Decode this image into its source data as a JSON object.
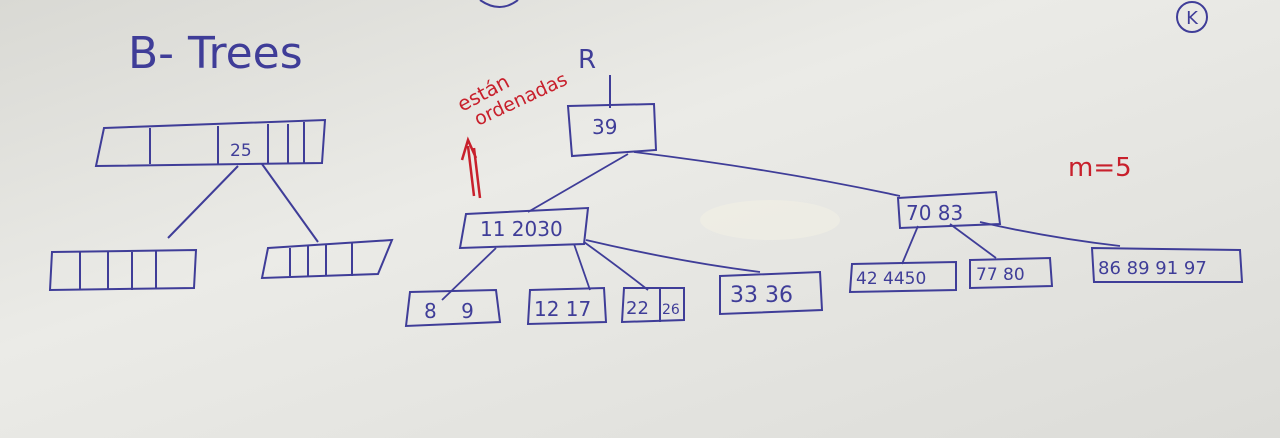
{
  "title": "B- Trees",
  "corner_mark": "K",
  "order_label": "m=5",
  "root_label": "R",
  "note": {
    "line1": "están",
    "line2": "ordenadas"
  },
  "example_tree": {
    "root_key": "25"
  },
  "tree": {
    "root": "39",
    "left": "11 2030",
    "right": "70 83",
    "leaves": {
      "l1": "8 9",
      "l2": "12 17",
      "l3": "22",
      "l3b": "26",
      "l4": "33 36",
      "r1": "42 4450",
      "r2": "77 80",
      "r3": "86 89 91 97"
    }
  },
  "colors": {
    "ink": "#3f3d98",
    "red": "#c8202c",
    "board": "#e8e8e4"
  }
}
